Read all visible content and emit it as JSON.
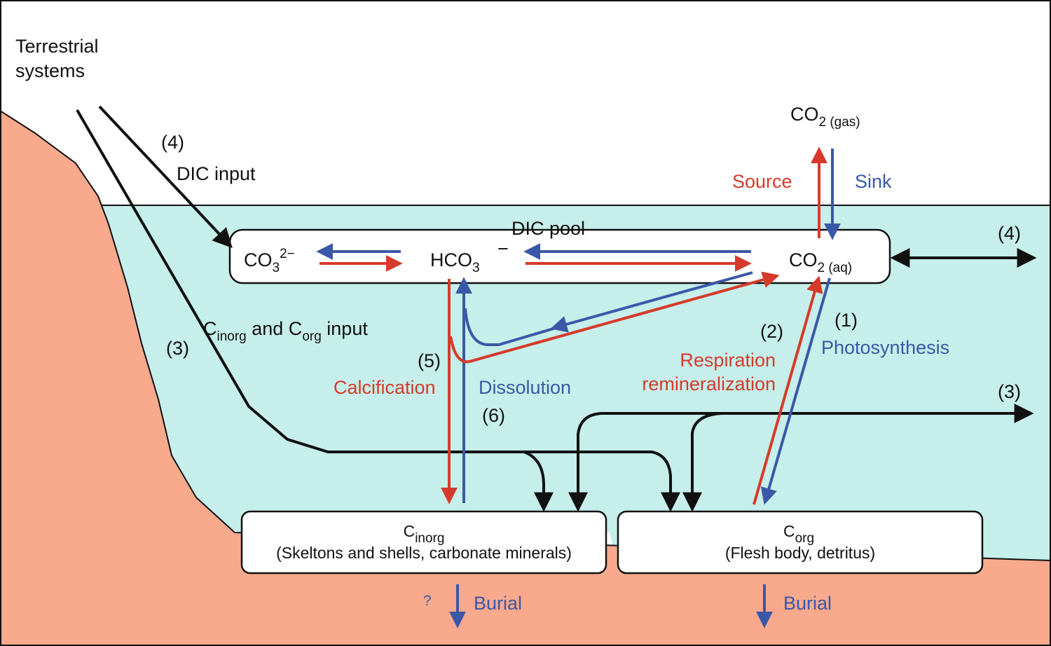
{
  "colors": {
    "land": "#f9a98c",
    "water": "#c6eeea",
    "red_flux": "#d63a2a",
    "blue_flux": "#3a58a8",
    "black_flux": "#111111"
  },
  "labels": {
    "terrestrial_line1": "Terrestrial",
    "terrestrial_line2": "systems",
    "num4_left": "(4)",
    "dic_input": "DIC input",
    "co2_gas_main": "CO",
    "co2_gas_sub": "2 (gas)",
    "source": "Source",
    "sink": "Sink",
    "dic_pool": "DIC pool",
    "co3_main": "CO",
    "co3_sub": "3",
    "co3_sup": "2−",
    "hco3_main": "HCO",
    "hco3_sub": "3",
    "hco3_sup": "−",
    "co2_aq_main": "CO",
    "co2_aq_sub": "2 (aq)",
    "num4_right": "(4)",
    "num3_right": "(3)",
    "num3_left": "(3)",
    "c_inorg_c": "C",
    "c_inorg_sub": "inorg",
    "and_c": " and C",
    "c_org_sub": "org",
    "input_word": " input",
    "num5": "(5)",
    "calcification": "Calcification",
    "dissolution": "Dissolution",
    "num6": "(6)",
    "num2": "(2)",
    "respiration": "Respiration",
    "remineralization": "remineralization",
    "num1": "(1)",
    "photosynthesis": "Photosynthesis",
    "box_inorg_c": "C",
    "box_inorg_sub": "inorg",
    "box_inorg_desc": "(Skeltons and shells, carbonate minerals)",
    "box_org_c": "C",
    "box_org_sub": "org",
    "box_org_desc": "(Flesh body, detritus)",
    "question": "?",
    "burial_left": "Burial",
    "burial_right": "Burial"
  }
}
